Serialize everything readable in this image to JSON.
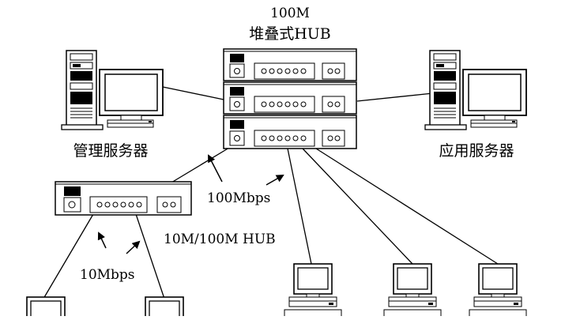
{
  "hub_title": {
    "line1": "100M",
    "line2": "堆叠式HUB"
  },
  "labels": {
    "mgmt_server": "管理服务器",
    "app_server": "应用服务器",
    "speed_100": "100Mbps",
    "hub_10_100": "10M/100M HUB",
    "speed_10": "10Mbps"
  },
  "icons": {
    "stacked_hub": "hub-stack-icon",
    "small_hub": "hub-icon",
    "server": "server-tower-icon",
    "workstation": "workstation-icon"
  }
}
